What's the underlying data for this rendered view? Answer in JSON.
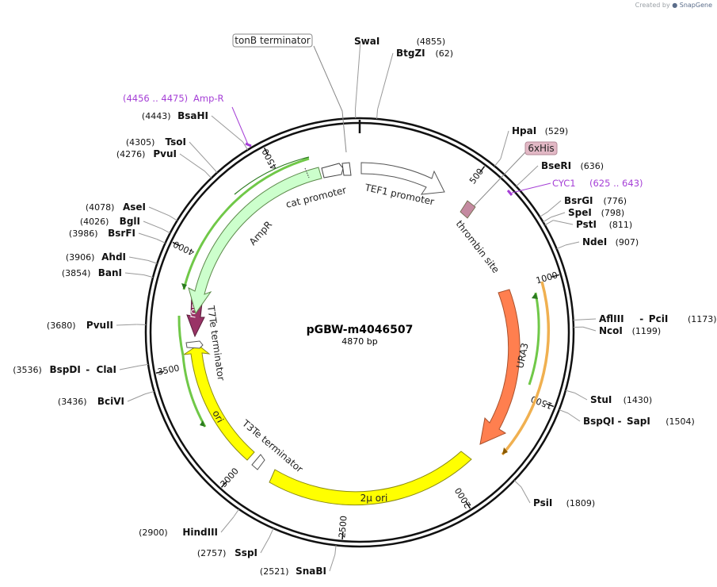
{
  "credit": {
    "prefix": "Created by",
    "brand": "SnapGene"
  },
  "plasmid": {
    "name": "pGBW-m4046507",
    "length_label": "4870 bp",
    "length": 4870
  },
  "ticks": [
    "500",
    "1000",
    "1500",
    "2000",
    "2500",
    "3000",
    "3500",
    "4000",
    "4500"
  ],
  "sites": [
    {
      "name": "SwaI",
      "pos": "(4855)"
    },
    {
      "name": "BtgZI",
      "pos": "(62)"
    },
    {
      "name": "HpaI",
      "pos": "(529)"
    },
    {
      "name": "BseRI",
      "pos": "(636)"
    },
    {
      "name": "BsrGI",
      "pos": "(776)"
    },
    {
      "name": "SpeI",
      "pos": "(798)"
    },
    {
      "name": "PstI",
      "pos": "(811)"
    },
    {
      "name": "NdeI",
      "pos": "(907)"
    },
    {
      "name": "AflIII",
      "name2": "PciI",
      "pos": "(1173)"
    },
    {
      "name": "NcoI",
      "pos": "(1199)"
    },
    {
      "name": "StuI",
      "pos": "(1430)"
    },
    {
      "name": "BspQI",
      "name2": "SapI",
      "pos": "(1504)"
    },
    {
      "name": "PsiI",
      "pos": "(1809)"
    },
    {
      "name": "SnaBI",
      "pos": "(2521)"
    },
    {
      "name": "SspI",
      "pos": "(2757)"
    },
    {
      "name": "HindIII",
      "pos": "(2900)"
    },
    {
      "name": "BciVI",
      "pos": "(3436)"
    },
    {
      "name": "BspDI",
      "name2": "ClaI",
      "pos": "(3536)"
    },
    {
      "name": "PvuII",
      "pos": "(3680)"
    },
    {
      "name": "BanI",
      "pos": "(3854)"
    },
    {
      "name": "AhdI",
      "pos": "(3906)"
    },
    {
      "name": "BsrFI",
      "pos": "(3986)"
    },
    {
      "name": "BglI",
      "pos": "(4026)"
    },
    {
      "name": "AseI",
      "pos": "(4078)"
    },
    {
      "name": "PvuI",
      "pos": "(4276)"
    },
    {
      "name": "TsoI",
      "pos": "(4305)"
    },
    {
      "name": "BsaHI",
      "pos": "(4443)"
    }
  ],
  "primers": [
    {
      "name": "Amp-R",
      "range": "(4456 .. 4475)"
    },
    {
      "name": "CYC1",
      "range": "(625 .. 643)"
    }
  ],
  "features": {
    "tonB": "tonB terminator",
    "his": "6xHis",
    "tef1": "TEF1 promoter",
    "cat": "cat promoter",
    "ampr": "AmpR",
    "thrombin": "thrombin site",
    "ura3": "URA3",
    "rop": "rop",
    "t7te": "T7Te terminator",
    "ori": "ori",
    "t3te": "T3Te terminator",
    "mu": "2μ ori"
  },
  "colors": {
    "backbone": "#111111",
    "yellow_feature": "#ffff00",
    "ura3": "#ff7f4f",
    "ampr": "#ccffcc",
    "rop": "#993366",
    "his_tag": "#e2b8c5",
    "primer": "#a53fd6",
    "green_arrow": "#70c848",
    "orange_arrow": "#f0b050"
  }
}
